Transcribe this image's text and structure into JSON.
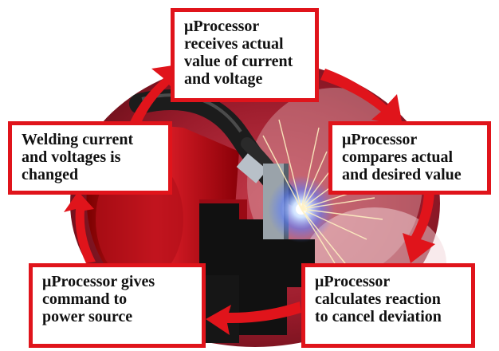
{
  "colors": {
    "cycle_arrow": "#e0141b",
    "box_border": "#e0141b",
    "text": "#111111"
  },
  "cycle_steps": [
    {
      "lines": [
        "μProcessor",
        "receives actual",
        "value of current",
        "and voltage"
      ]
    },
    {
      "lines": [
        "μProcessor",
        "compares actual",
        "and desired value"
      ]
    },
    {
      "lines": [
        "μProcessor",
        "calculates reaction",
        "to cancel deviation"
      ]
    },
    {
      "lines": [
        "μProcessor gives",
        "command to",
        "power source"
      ]
    },
    {
      "lines": [
        "Welding current",
        "and voltages is",
        "changed"
      ]
    }
  ]
}
